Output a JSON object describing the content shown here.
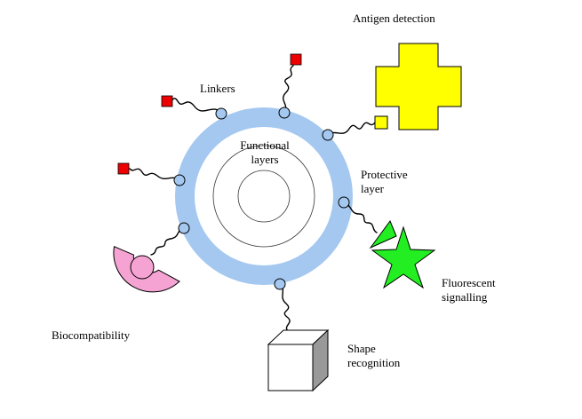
{
  "labels": {
    "antigen_detection": "Antigen detection",
    "linkers": "Linkers",
    "functional_line1": "Functional",
    "functional_line2": "layers",
    "protective_line1": "Protective",
    "protective_line2": "layer",
    "fluorescent_line1": "Fluorescent",
    "fluorescent_line2": "signalling",
    "biocompatibility": "Biocompatibility",
    "shape_line1": "Shape",
    "shape_line2": "recognition"
  },
  "colors": {
    "protective_ring": "#a4c8f0",
    "anchor_dot": "#a4c8f0",
    "red_tag": "#ee0000",
    "antigen_yellow": "#ffff00",
    "fluorescent_green": "#22ee22",
    "biocompat_pink": "#f5a3d3",
    "cube_face": "#ffffff",
    "cube_side": "#999999",
    "line": "#000000"
  },
  "icons": {
    "antigen": "plus-shape",
    "fluorescent": "star-shape",
    "biocompatibility": "ring-segment-with-ball",
    "shape_recognition": "cube",
    "linker_end": "square"
  }
}
